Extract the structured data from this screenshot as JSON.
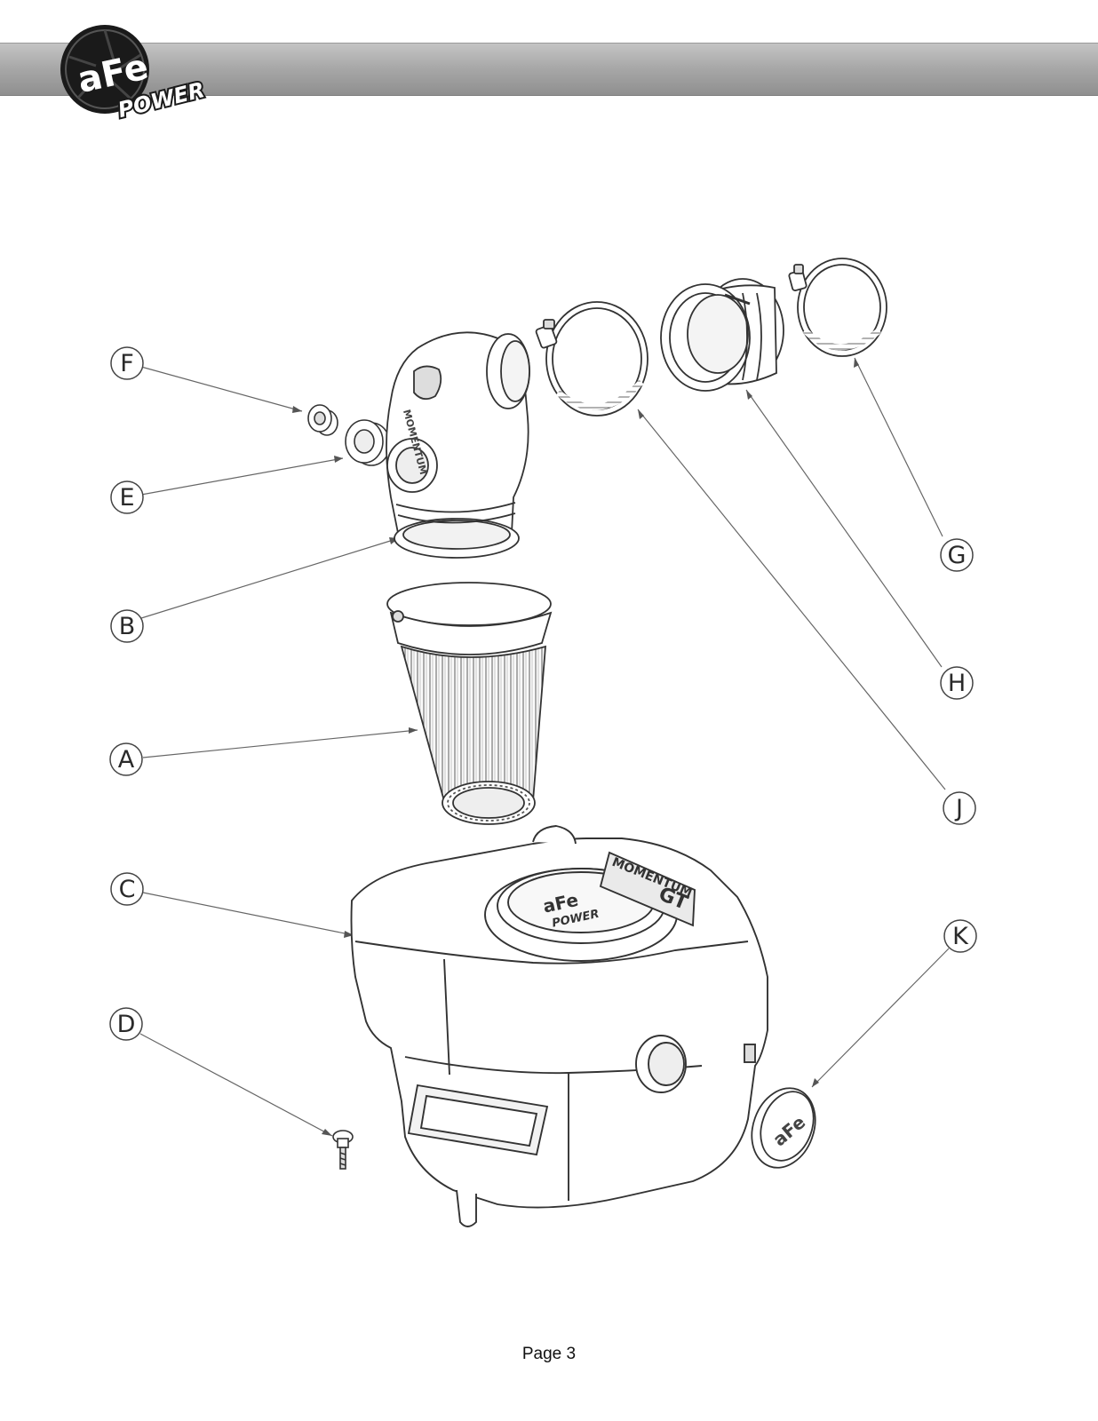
{
  "brand": {
    "logo_text_1": "aFe",
    "logo_text_2": "POWER"
  },
  "callouts": [
    {
      "id": "F",
      "label": "F"
    },
    {
      "id": "E",
      "label": "E"
    },
    {
      "id": "B",
      "label": "B"
    },
    {
      "id": "A",
      "label": "A"
    },
    {
      "id": "C",
      "label": "C"
    },
    {
      "id": "D",
      "label": "D"
    },
    {
      "id": "G",
      "label": "G"
    },
    {
      "id": "H",
      "label": "H"
    },
    {
      "id": "J",
      "label": "J"
    },
    {
      "id": "K",
      "label": "K"
    }
  ],
  "product_markings": {
    "lid_logo_1": "aFe",
    "lid_logo_2": "POWER",
    "badge_1": "MOMENTUM",
    "badge_2": "GT",
    "cap_logo": "aFe"
  },
  "footer": {
    "page_label": "Page 3"
  }
}
